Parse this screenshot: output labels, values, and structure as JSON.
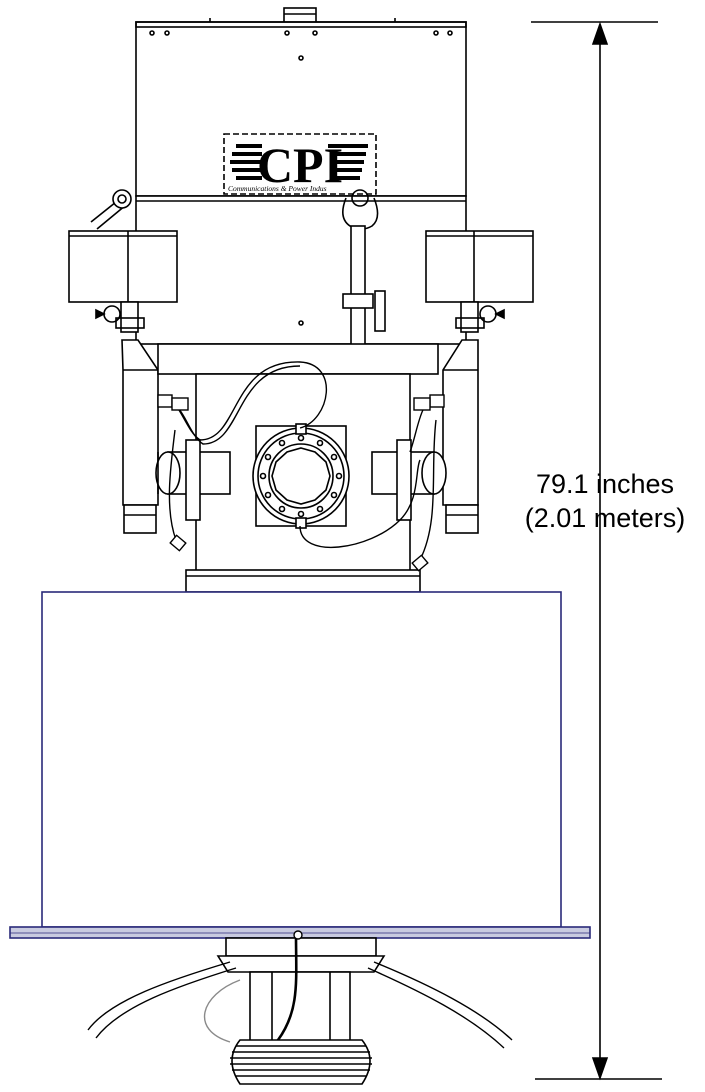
{
  "dimension": {
    "line1": "79.1 inches",
    "line2": "(2.01 meters)"
  },
  "logo": {
    "mark": "CPI",
    "tagline": "Communications & Power Indus"
  },
  "colors": {
    "ink": "#000000",
    "plate_edge": "#2a2a7a",
    "plate_fill": "#c9cbe0",
    "hose": "#555555"
  }
}
